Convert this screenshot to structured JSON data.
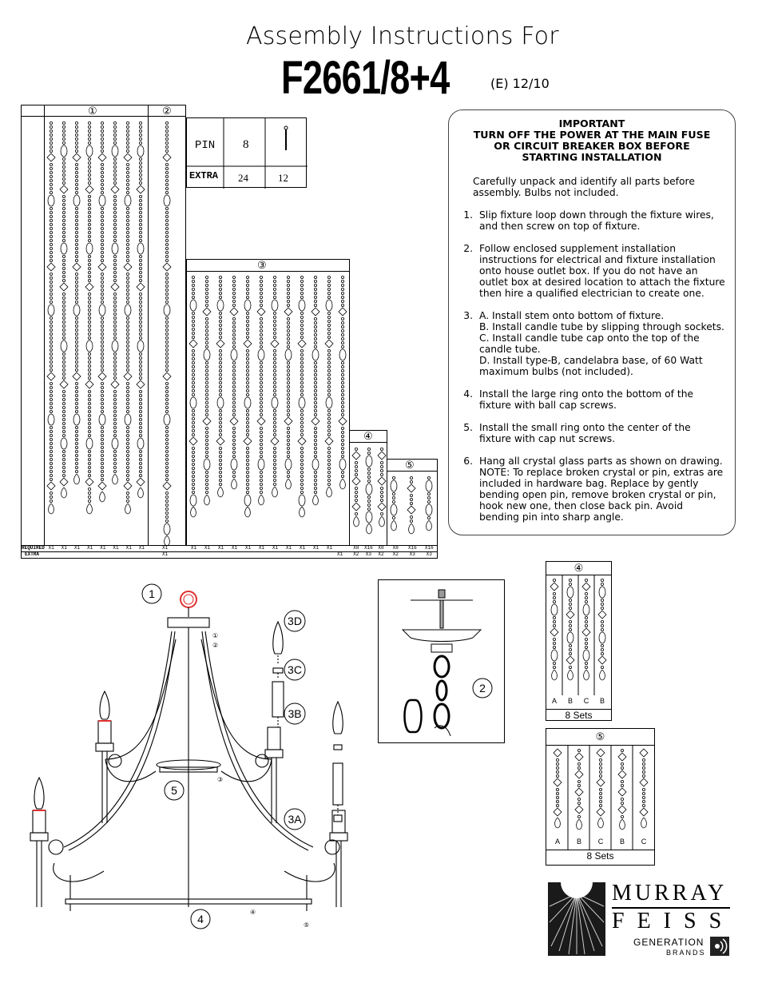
{
  "header": {
    "line1": "Assembly Instructions For",
    "model": "F2661/8+4",
    "revision": "(E)  12/10"
  },
  "parts_table": {
    "headers": [
      "①",
      "②",
      "③",
      "④",
      "⑤"
    ],
    "required_label": "REQUIRED",
    "extra_label": "EXTRA",
    "req_1": [
      "X1",
      "X1",
      "X1",
      "X1",
      "X1",
      "X1",
      "X1",
      "X1"
    ],
    "req_2": [
      "X1"
    ],
    "extra_2": [
      "X1"
    ],
    "req_3": [
      "X1",
      "X1",
      "X1",
      "X1",
      "X1",
      "X1",
      "X1",
      "X1",
      "X1",
      "X1",
      "X1"
    ],
    "req_4": [
      "X8",
      "X16",
      "X8"
    ],
    "extra_4": [
      "X2",
      "X3",
      "X2"
    ],
    "req_5": [
      "X8",
      "X16",
      "X16"
    ],
    "extra_5": [
      "X2",
      "X3",
      "X3"
    ],
    "extra_3_last": "X1"
  },
  "pin_table": {
    "pin_label": "PIN",
    "pin_value": "8",
    "extra_label": "EXTRA",
    "extra_value_1": "24",
    "extra_value_2": "12"
  },
  "instructions": {
    "important": [
      "IMPORTANT",
      "TURN OFF THE POWER AT THE MAIN FUSE",
      "OR CIRCUIT BREAKER BOX BEFORE",
      "STARTING INSTALLATION"
    ],
    "intro": "Carefully unpack and identify all parts before assembly. Bulbs not included.",
    "steps": [
      {
        "n": "1.",
        "text": "Slip fixture loop down through the fixture wires, and then screw on top of fixture."
      },
      {
        "n": "2.",
        "text": "Follow enclosed supplement installation instructions for electrical and fixture installation onto house outlet box. If you do not have an outlet box at desired location to attach the fixture then hire a qualified electrician to create one."
      },
      {
        "n": "3.",
        "text": "A. Install stem onto bottom of fixture.",
        "sub": [
          "B. Install candle tube by slipping through sockets.",
          "C. Install candle tube cap onto the top of the candle tube.",
          "D. Install type-B, candelabra base, of 60 Watt maximum bulbs (not included)."
        ]
      },
      {
        "n": "4.",
        "text": "Install the large ring onto the bottom of the fixture with ball cap screws."
      },
      {
        "n": "5.",
        "text": "Install the small ring onto the center of the fixture with cap nut screws."
      },
      {
        "n": "6.",
        "text": "Hang all crystal glass parts as shown on drawing. NOTE: To replace broken crystal or pin, extras are included in hardware bag. Replace by gently bending open pin, remove broken crystal or pin, hook new one, then close back pin.  Avoid bending pin into sharp angle."
      }
    ]
  },
  "diagram": {
    "callouts": [
      "1",
      "2",
      "3D",
      "3C",
      "3B",
      "3A",
      "4",
      "5"
    ],
    "small_labels": [
      "①",
      "②",
      "③",
      "④",
      "⑤"
    ]
  },
  "detail_4": {
    "header": "④",
    "letters": [
      "A",
      "B",
      "C",
      "B"
    ],
    "sets": "8 Sets"
  },
  "detail_5": {
    "header": "⑤",
    "letters": [
      "A",
      "B",
      "C",
      "B",
      "C"
    ],
    "sets": "8 Sets"
  },
  "logo": {
    "line1": "MURRAY",
    "line2": "FEISS",
    "gen": "GENERATION",
    "brands": "BRANDS"
  },
  "colors": {
    "ring_red": "#e03030",
    "line": "#000000",
    "panel_border": "#444444"
  }
}
